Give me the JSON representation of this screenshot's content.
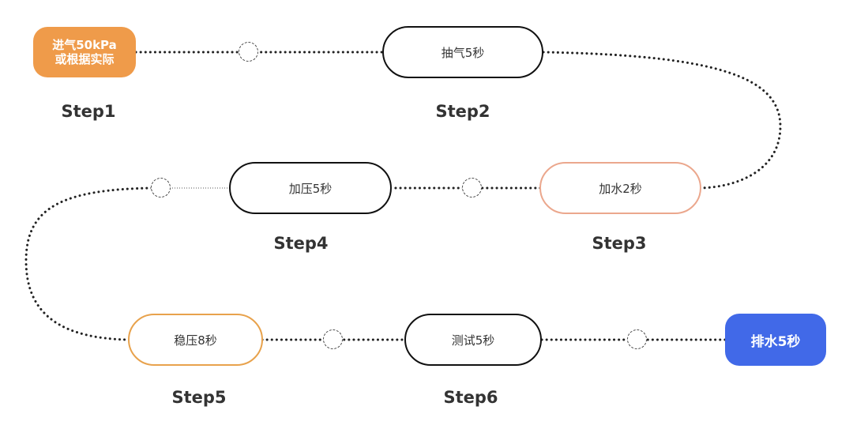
{
  "nodes": {
    "start": {
      "line1": "进气50kPa",
      "line2": "或根据实际"
    },
    "pump": {
      "label": "抽气5秒"
    },
    "water": {
      "label": "加水2秒"
    },
    "pressurize": {
      "label": "加压5秒"
    },
    "stabilize": {
      "label": "稳压8秒"
    },
    "test": {
      "label": "测试5秒"
    },
    "drain": {
      "label": "排水5秒"
    }
  },
  "steps": [
    "Step1",
    "Step2",
    "Step3",
    "Step4",
    "Step5",
    "Step6"
  ],
  "colors": {
    "start_fill": "#ef9b4a",
    "end_fill": "#4169e8",
    "dark_border": "#111111",
    "salmon_border": "#eba78d",
    "amber_border": "#e8a24c",
    "connector": "#222222"
  }
}
